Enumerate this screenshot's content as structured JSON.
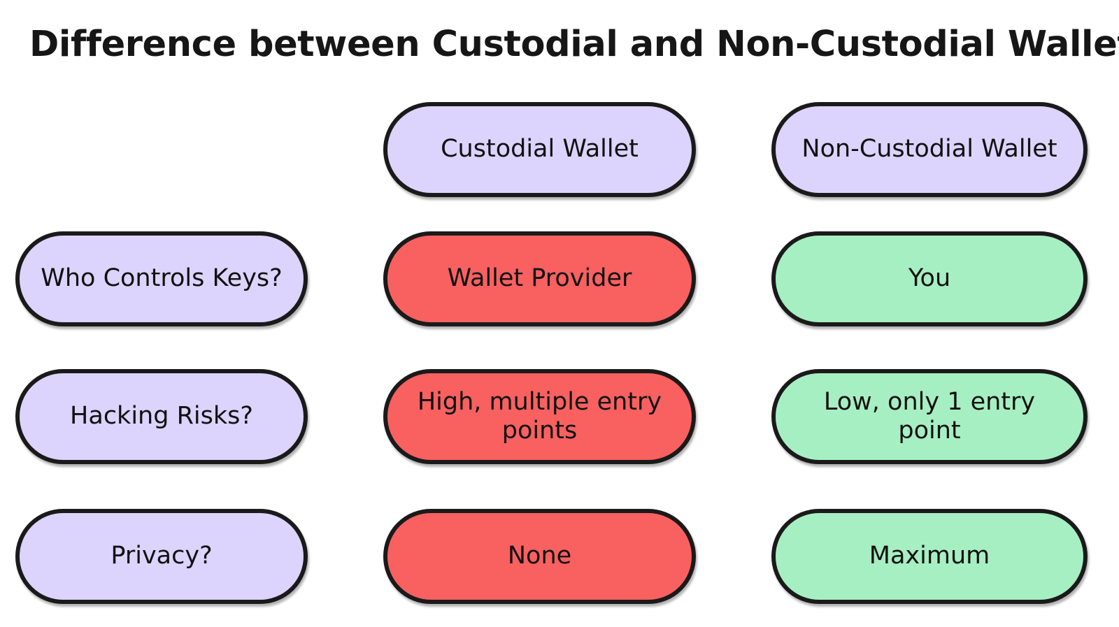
{
  "title": "Difference between Custodial and Non-Custodial Wallets",
  "colors": {
    "background": "#FFFFFF",
    "border": "#1A1A1A",
    "lavender": "#DCD4FD",
    "red": "#F96060",
    "green": "#A6EFC2",
    "text": "#111111"
  },
  "table": {
    "column_headers": [
      "",
      "Custodial Wallet",
      "Non-Custodial Wallet"
    ],
    "rows": [
      {
        "label": "Who Controls Keys?",
        "custodial": "Wallet Provider",
        "non_custodial": "You"
      },
      {
        "label": "Hacking Risks?",
        "custodial": "High, multiple entry points",
        "non_custodial": "Low, only 1 entry point"
      },
      {
        "label": "Privacy?",
        "custodial": "None",
        "non_custodial": "Maximum"
      }
    ]
  }
}
